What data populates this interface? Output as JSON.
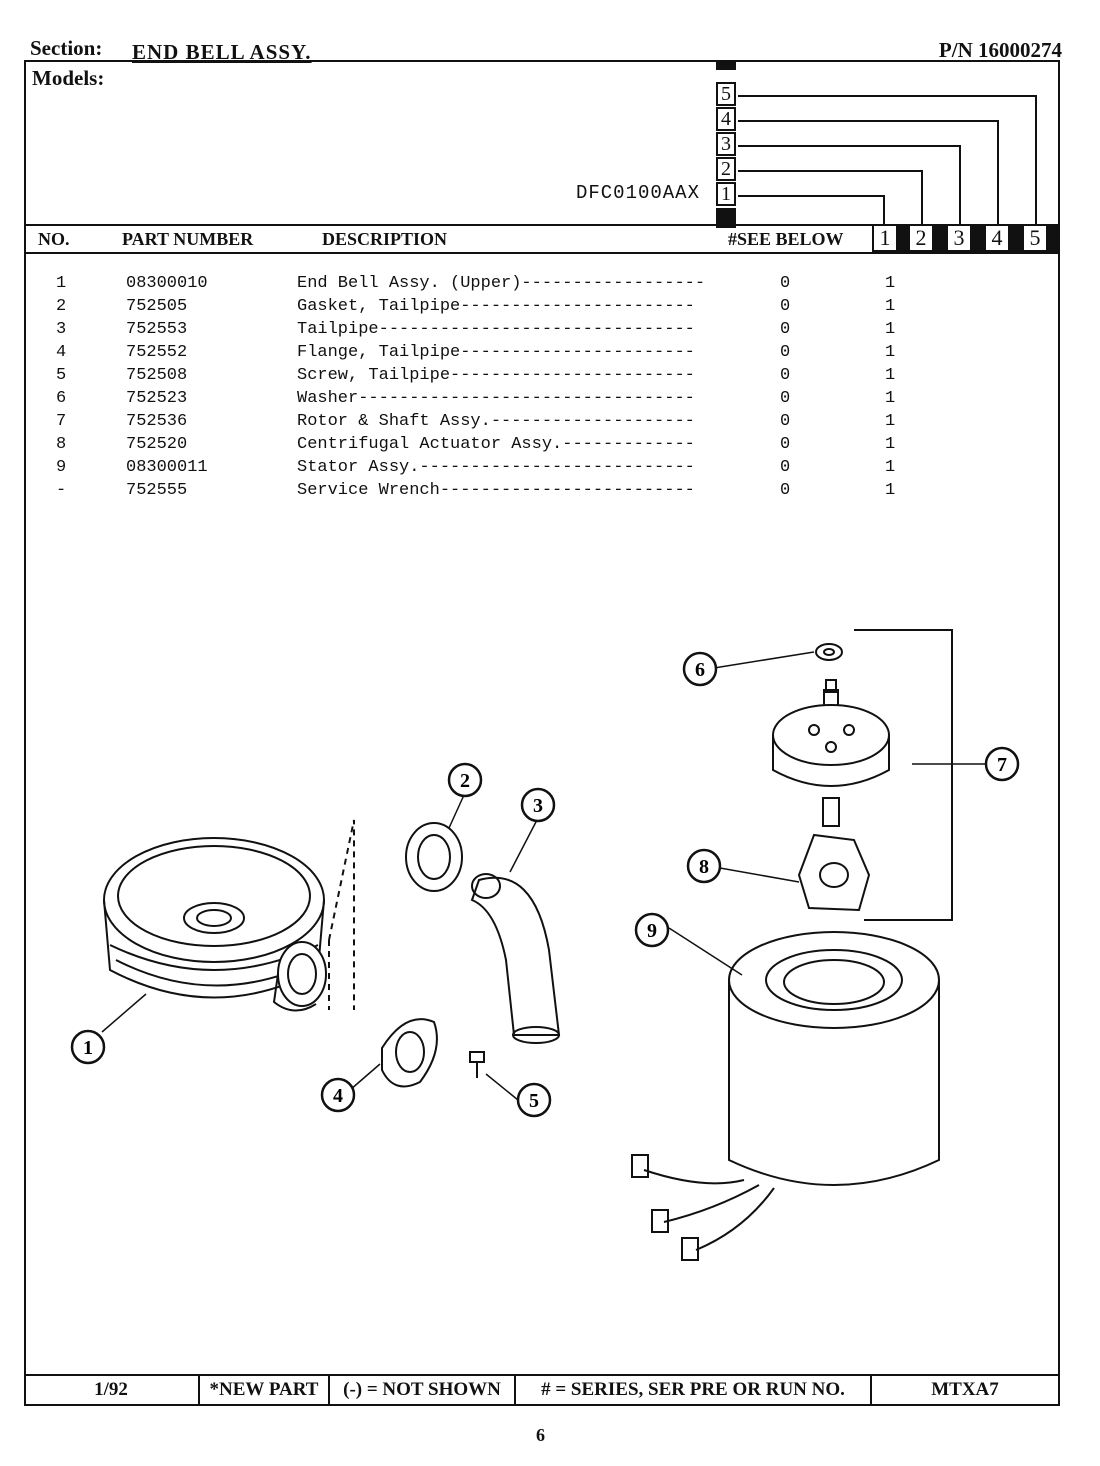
{
  "header": {
    "section_label": "Section:",
    "section_title": "END BELL ASSY.",
    "part_number": "P/N 16000274",
    "models_label": "Models:",
    "model_name": "DFC0100AAX",
    "series_stack": [
      "5",
      "4",
      "3",
      "2",
      "1"
    ]
  },
  "columns": {
    "no": "NO.",
    "part_number": "PART NUMBER",
    "description": "DESCRIPTION",
    "see_below": "#SEE BELOW",
    "series": [
      "1",
      "2",
      "3",
      "4",
      "5"
    ]
  },
  "parts": [
    {
      "no": "1",
      "part": "08300010",
      "desc": "End Bell Assy. (Upper)------------------",
      "col0": "0",
      "qty": "1"
    },
    {
      "no": "2",
      "part": "752505",
      "desc": "Gasket, Tailpipe-----------------------",
      "col0": "0",
      "qty": "1"
    },
    {
      "no": "3",
      "part": "752553",
      "desc": "Tailpipe-------------------------------",
      "col0": "0",
      "qty": "1"
    },
    {
      "no": "4",
      "part": "752552",
      "desc": "Flange, Tailpipe-----------------------",
      "col0": "0",
      "qty": "1"
    },
    {
      "no": "5",
      "part": "752508",
      "desc": "Screw, Tailpipe------------------------",
      "col0": "0",
      "qty": "1"
    },
    {
      "no": "6",
      "part": "752523",
      "desc": "Washer---------------------------------",
      "col0": "0",
      "qty": "1"
    },
    {
      "no": "7",
      "part": "752536",
      "desc": "Rotor & Shaft Assy.--------------------",
      "col0": "0",
      "qty": "1"
    },
    {
      "no": "8",
      "part": "752520",
      "desc": "Centrifugal Actuator Assy.-------------",
      "col0": "0",
      "qty": "1"
    },
    {
      "no": "9",
      "part": "08300011",
      "desc": "Stator Assy.---------------------------",
      "col0": "0",
      "qty": "1"
    },
    {
      "no": "-",
      "part": "752555",
      "desc": "Service Wrench-------------------------",
      "col0": "0",
      "qty": "1"
    }
  ],
  "callouts": [
    "1",
    "2",
    "3",
    "4",
    "5",
    "6",
    "7",
    "8",
    "9"
  ],
  "footer": {
    "date": "1/92",
    "new_part": "*NEW PART",
    "not_shown": "(-) = NOT SHOWN",
    "series_note": "# = SERIES, SER PRE OR RUN NO.",
    "code": "MTXA7"
  },
  "page_number": "6"
}
